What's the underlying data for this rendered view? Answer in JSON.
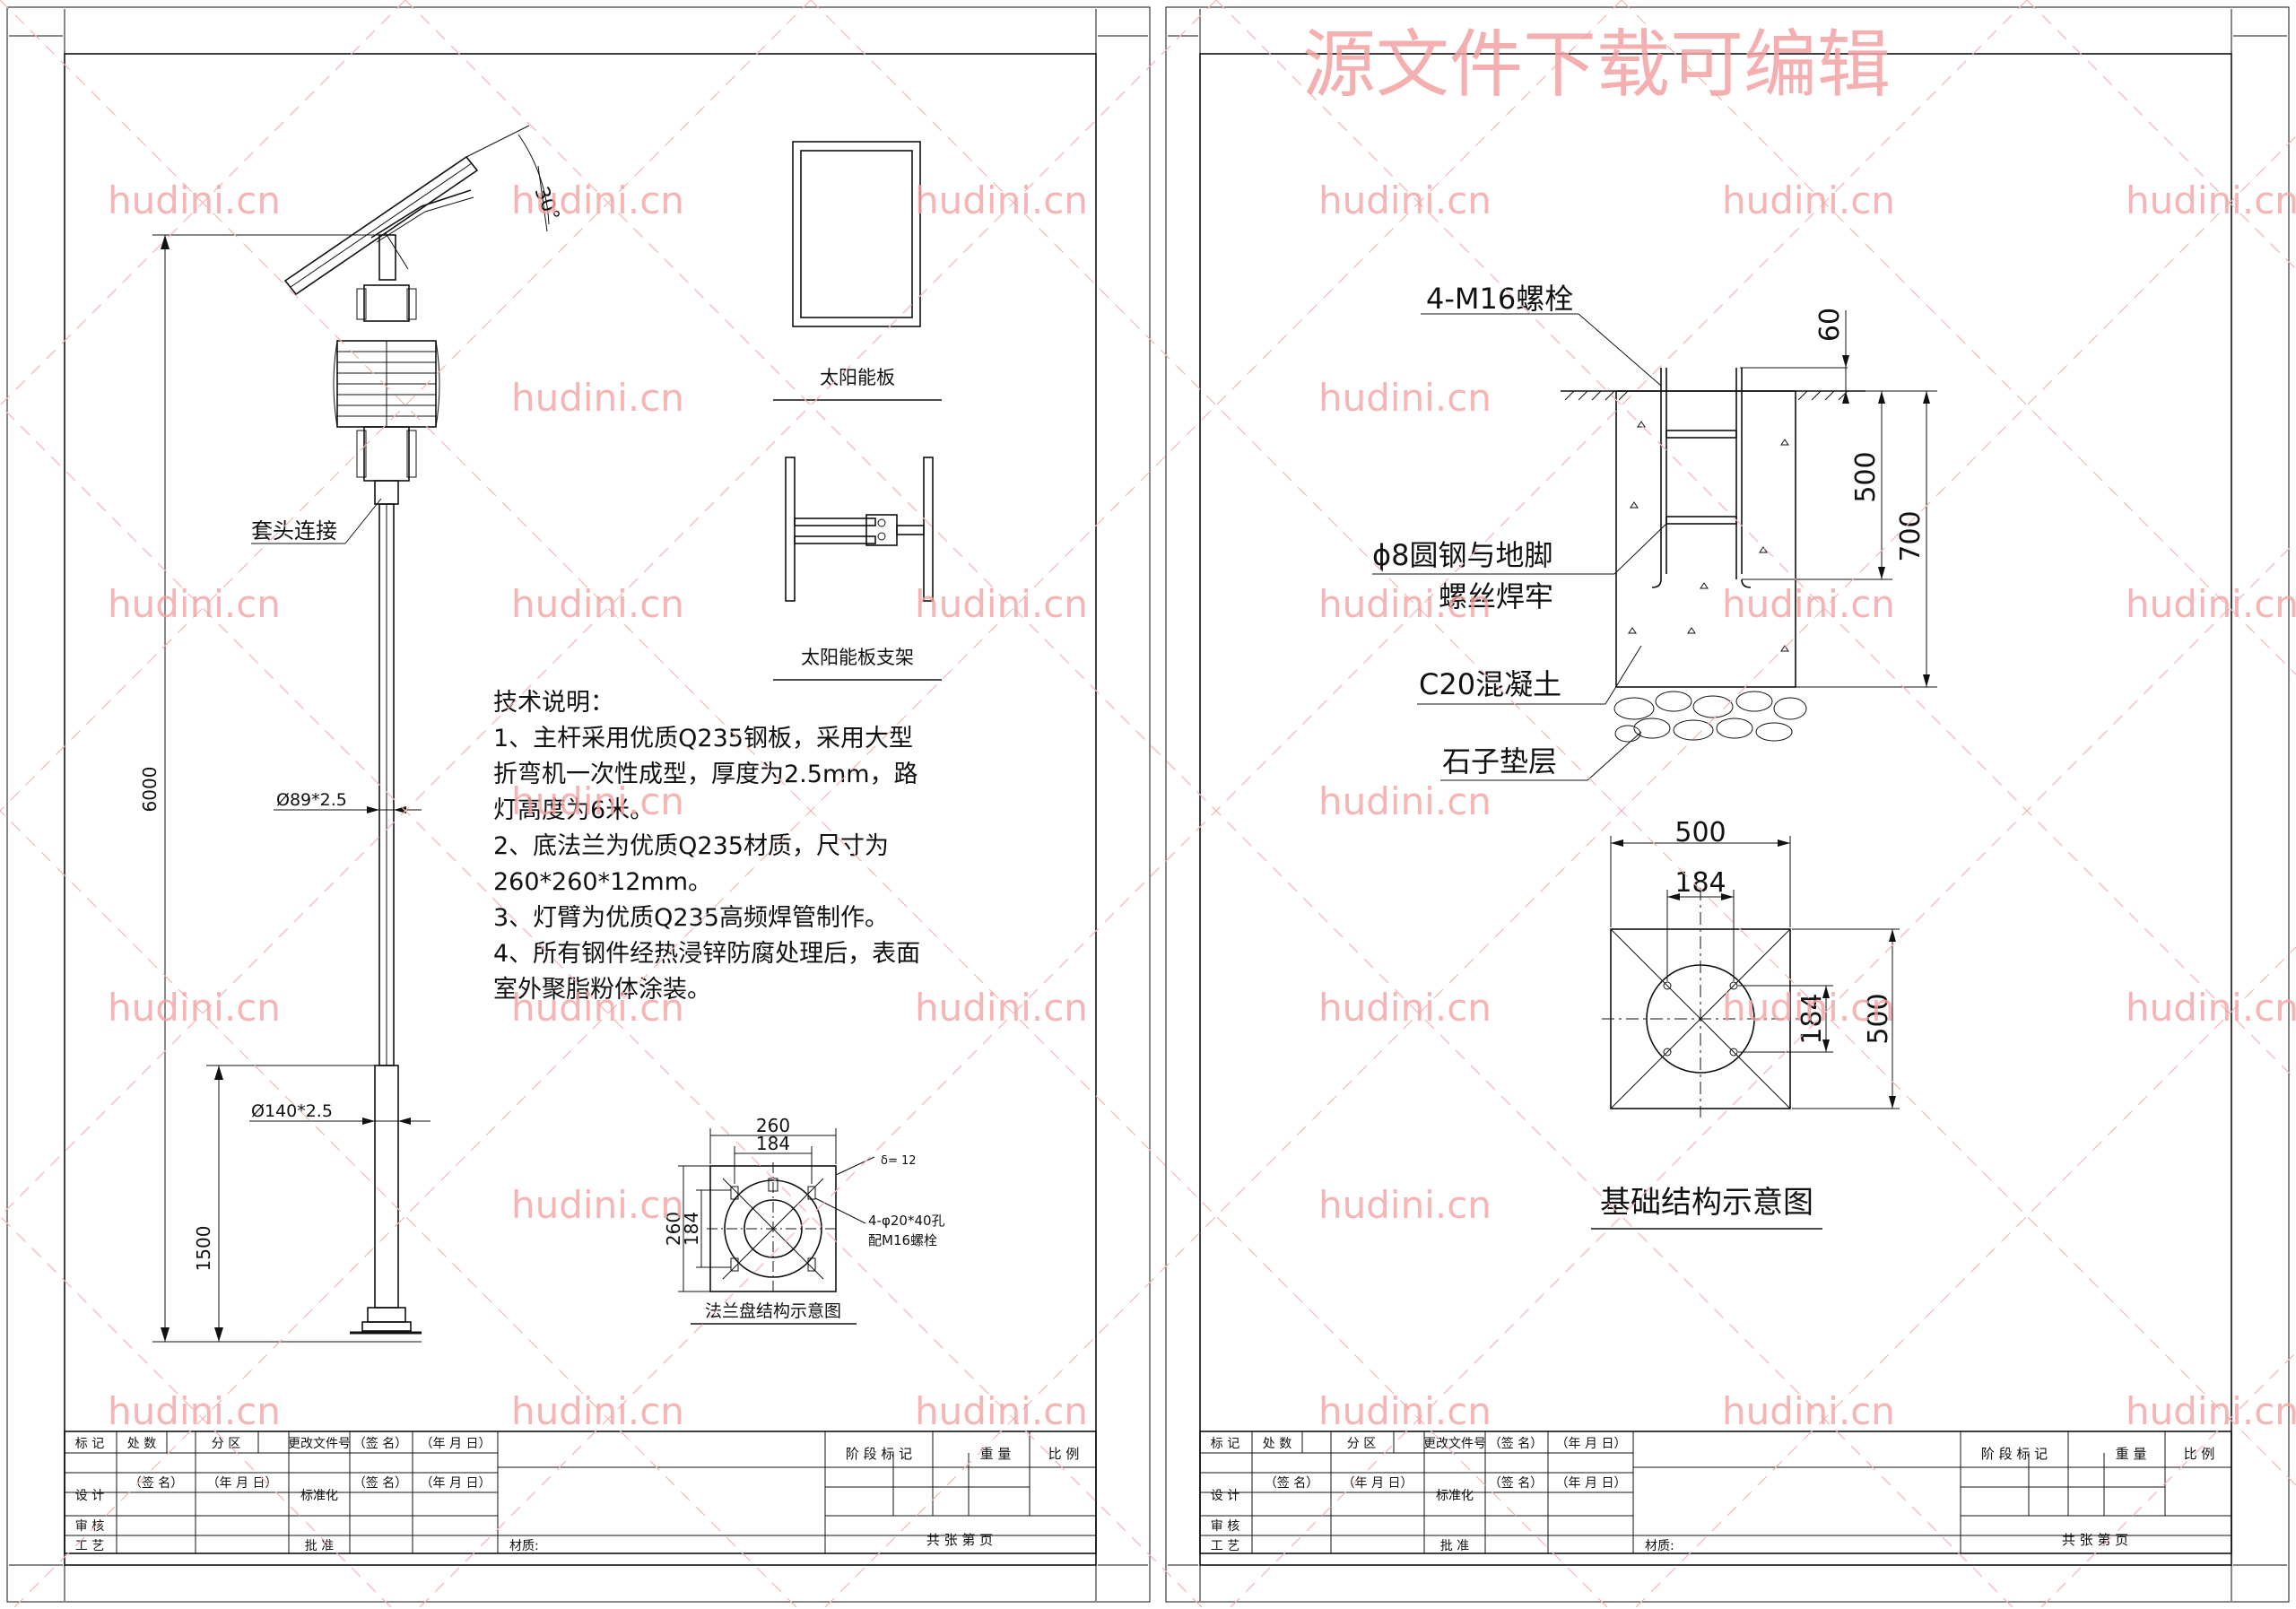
{
  "watermark": {
    "site": "hudini.cn",
    "banner": "源文件下载可编辑",
    "color": "#f3a3a3"
  },
  "left_sheet": {
    "pole": {
      "height_dim": "6000",
      "lower_dim": "1500",
      "upper_dia": "Ø89*2.5",
      "lower_dia": "Ø140*2.5",
      "tilt_angle": "30°",
      "sleeve_label": "套头连接"
    },
    "solar_panel_label": "太阳能板",
    "bracket_label": "太阳能板支架",
    "tech_notes": {
      "title": "技术说明：",
      "lines": [
        "1、主杆采用优质Q235钢板，采用大型",
        "折弯机一次性成型，厚度为2.5mm，路",
        "灯高度为6米。",
        "2、底法兰为优质Q235材质，尺寸为",
        "260*260*12mm。",
        "3、灯臂为优质Q235高频焊管制作。",
        "4、所有钢件经热浸锌防腐处理后，表面",
        "室外聚脂粉体涂装。"
      ]
    },
    "flange": {
      "outer_dim": "260",
      "inner_dim": "184",
      "side_outer": "260",
      "side_inner": "184",
      "thickness": "δ= 12",
      "holes": "4-φ20*40孔",
      "bolts": "配M16螺栓",
      "caption": "法兰盘结构示意图"
    }
  },
  "right_sheet": {
    "section": {
      "bolt_label": "4-M16螺栓",
      "dim_top": "60",
      "dim_mid": "500",
      "dim_total": "700",
      "rebar_label_1": "ϕ8圆钢与地脚",
      "rebar_label_2": "螺丝焊牢",
      "concrete_label": "C20混凝土",
      "gravel_label": "石子垫层"
    },
    "plan": {
      "width_dim": "500",
      "bolt_spacing": "184",
      "side_bolt": "184",
      "side_width": "500"
    },
    "caption": "基础结构示意图"
  },
  "title_block": {
    "row1": [
      "标 记",
      "处 数",
      "分 区",
      "更改文件号",
      "（签 名）",
      "（年 月 日）"
    ],
    "row2": [
      "设 计",
      "（签 名）",
      "（年 月 日）",
      "标准化",
      "（签 名）",
      "（年 月 日）"
    ],
    "review": "审 核",
    "craft": "工 艺",
    "approve": "批 准",
    "material": "材质:",
    "stage_mark": "阶 段 标 记",
    "weight": "重 量",
    "scale": "比 例",
    "sheets": "共     张     第     页"
  }
}
